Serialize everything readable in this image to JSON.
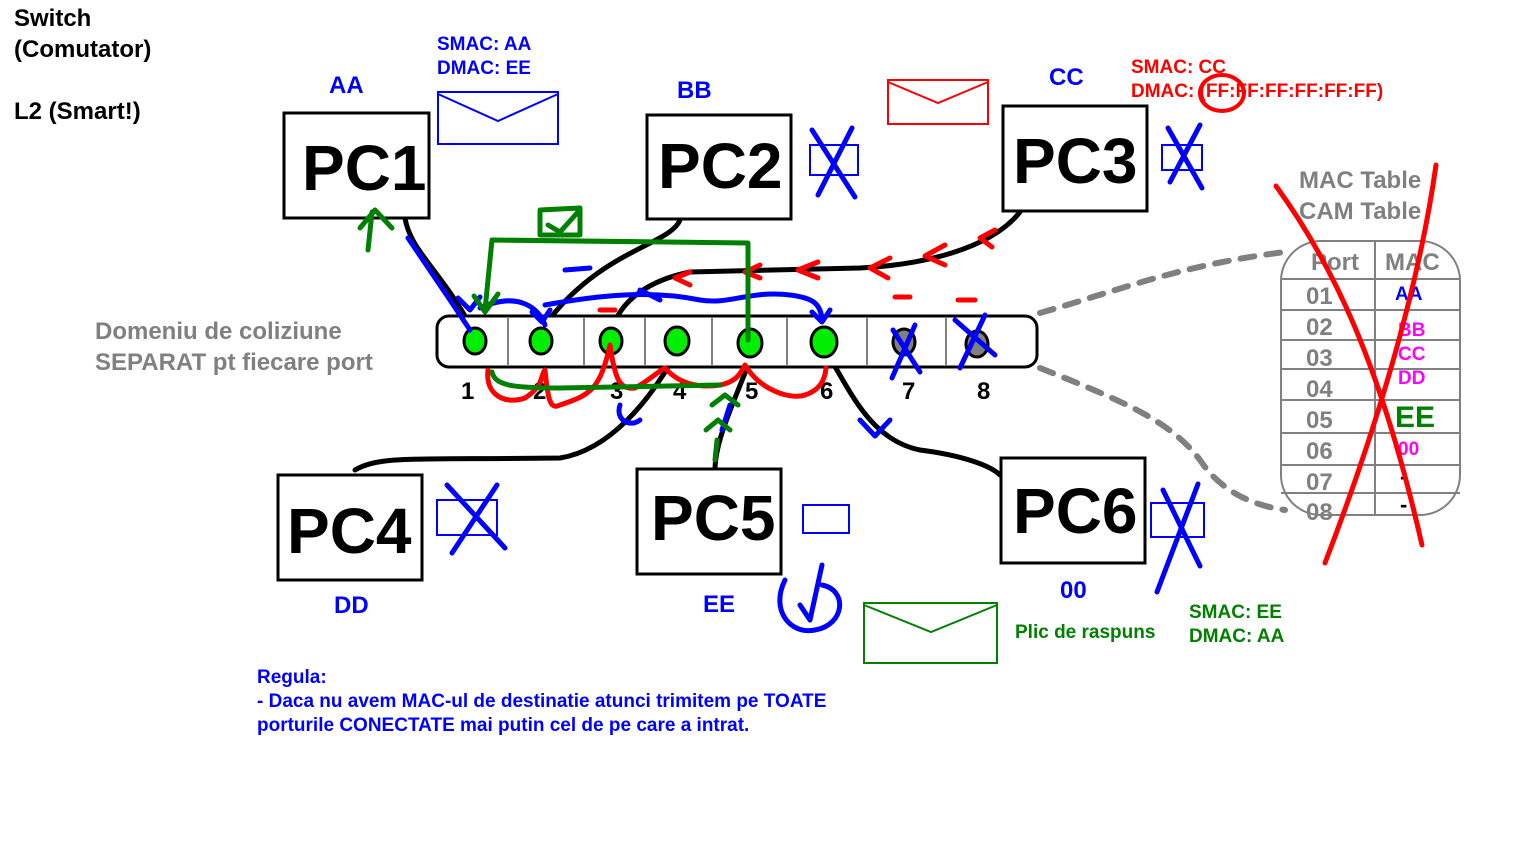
{
  "title": {
    "line1": "Switch",
    "line2": "(Comutator)",
    "line3": "L2 (Smart!)"
  },
  "collision": {
    "line1": "Domeniu de coliziune",
    "line2": "SEPARAT pt fiecare port"
  },
  "pcs": [
    {
      "name": "PC1",
      "mac": "AA"
    },
    {
      "name": "PC2",
      "mac": "BB"
    },
    {
      "name": "PC3",
      "mac": "CC"
    },
    {
      "name": "PC4",
      "mac": "DD"
    },
    {
      "name": "PC5",
      "mac": "EE"
    },
    {
      "name": "PC6",
      "mac": "00"
    }
  ],
  "frame1": {
    "smac": "SMAC: AA",
    "dmac": "DMAC: EE"
  },
  "frame2": {
    "smac": "SMAC: CC",
    "dmac": "DMAC: (FF:FF:FF:FF:FF:FF)"
  },
  "frame3": {
    "title": "Plic de raspuns",
    "smac": "SMAC: EE",
    "dmac": "DMAC: AA"
  },
  "ports": [
    "1",
    "2",
    "3",
    "4",
    "5",
    "6",
    "7",
    "8"
  ],
  "mac_table": {
    "title1": "MAC Table",
    "title2": "CAM Table",
    "col_port": "Port",
    "col_mac": "MAC",
    "rows": [
      {
        "port": "01",
        "mac": "AA",
        "color": "#0000ff"
      },
      {
        "port": "02",
        "mac": "BB",
        "color": "#ff00ff"
      },
      {
        "port": "03",
        "mac": "CC",
        "color": "#ff00ff"
      },
      {
        "port": "04",
        "mac": "DD",
        "color": "#ff00ff"
      },
      {
        "port": "05",
        "mac": "EE",
        "color": "#008000"
      },
      {
        "port": "06",
        "mac": "00",
        "color": "#ff00ff"
      },
      {
        "port": "07",
        "mac": "-",
        "color": "#000000"
      },
      {
        "port": "08",
        "mac": "-",
        "color": "#000000"
      }
    ]
  },
  "rule": {
    "title": "Regula:",
    "line1": "- Daca nu avem MAC-ul de destinatie atunci trimitem pe TOATE",
    "line2": "porturile CONECTATE mai putin cel de pe care a intrat."
  },
  "colors": {
    "blue": "#0000ff",
    "red": "#ff0000",
    "green": "#008000",
    "port": "#00ee00",
    "gray": "#808080"
  }
}
